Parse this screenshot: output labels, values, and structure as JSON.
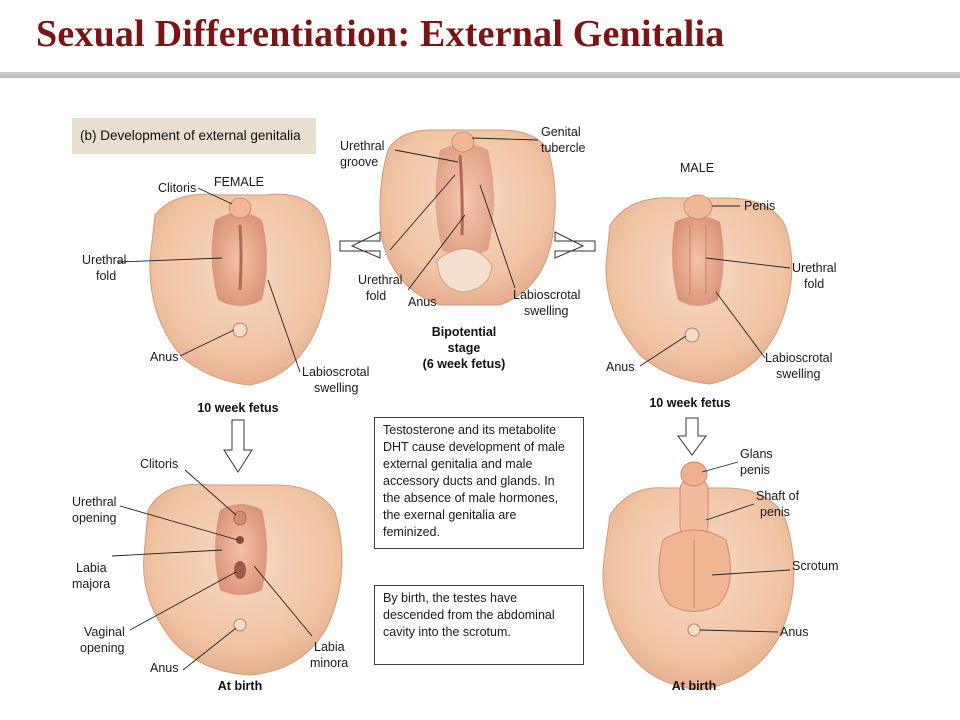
{
  "slide": {
    "title": "Sexual Differentiation: External Genitalia"
  },
  "figure": {
    "header": "(b) Development of external genitalia",
    "female_heading": "FEMALE",
    "male_heading": "MALE",
    "center": {
      "label_urethral_groove_1": "Urethral",
      "label_urethral_groove_2": "groove",
      "label_genital_tubercle_1": "Genital",
      "label_genital_tubercle_2": "tubercle",
      "label_urethral_fold_1": "Urethral",
      "label_urethral_fold_2": "fold",
      "label_anus": "Anus",
      "label_labioscrotal_1": "Labioscrotal",
      "label_labioscrotal_2": "swelling",
      "caption_1": "Bipotential",
      "caption_2": "stage",
      "caption_3": "(6 week fetus)"
    },
    "female_10wk": {
      "label_clitoris": "Clitoris",
      "label_urethral_fold_1": "Urethral",
      "label_urethral_fold_2": "fold",
      "label_anus": "Anus",
      "label_labioscrotal_1": "Labioscrotal",
      "label_labioscrotal_2": "swelling",
      "caption": "10 week fetus"
    },
    "male_10wk": {
      "label_penis": "Penis",
      "label_urethral_fold_1": "Urethral",
      "label_urethral_fold_2": "fold",
      "label_anus": "Anus",
      "label_labioscrotal_1": "Labioscrotal",
      "label_labioscrotal_2": "swelling",
      "caption": "10 week fetus"
    },
    "female_birth": {
      "label_clitoris": "Clitoris",
      "label_urethral_opening_1": "Urethral",
      "label_urethral_opening_2": "opening",
      "label_labia_majora_1": "Labia",
      "label_labia_majora_2": "majora",
      "label_vaginal_opening_1": "Vaginal",
      "label_vaginal_opening_2": "opening",
      "label_anus": "Anus",
      "label_labia_minora_1": "Labia",
      "label_labia_minora_2": "minora",
      "caption": "At birth"
    },
    "male_birth": {
      "label_glans_1": "Glans",
      "label_glans_2": "penis",
      "label_shaft_1": "Shaft of",
      "label_shaft_2": "penis",
      "label_scrotum": "Scrotum",
      "label_anus": "Anus",
      "caption": "At birth"
    },
    "note_1": "Testosterone and its metabolite DHT cause development of male external genitalia and male accessory ducts and glands. In the absence of male hormones, the exernal genitalia are feminized.",
    "note_2": "By birth, the testes have descended from the abdominal cavity into the scrotum."
  },
  "colors": {
    "title": "#7a1416",
    "skin": "#f1c7a8",
    "skin_dark": "#e3a98a",
    "header_bg": "#e8dfcf"
  }
}
